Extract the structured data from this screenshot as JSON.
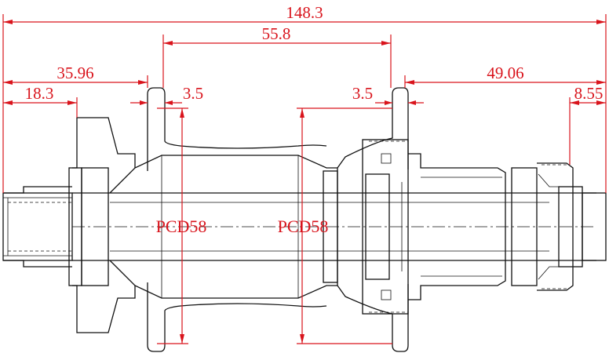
{
  "dimensions": {
    "overall_length": "148.3",
    "flange_spacing": "55.8",
    "left_flange_offset": "35.96",
    "left_endcap": "18.3",
    "left_flange_width": "3.5",
    "right_flange_width": "3.5",
    "right_flange_offset": "49.06",
    "right_endcap": "8.55"
  },
  "pcd": {
    "left": "PCD58",
    "right": "PCD58"
  },
  "colors": {
    "dimension": "#d9141c",
    "outline": "#111111",
    "background": "#ffffff"
  }
}
